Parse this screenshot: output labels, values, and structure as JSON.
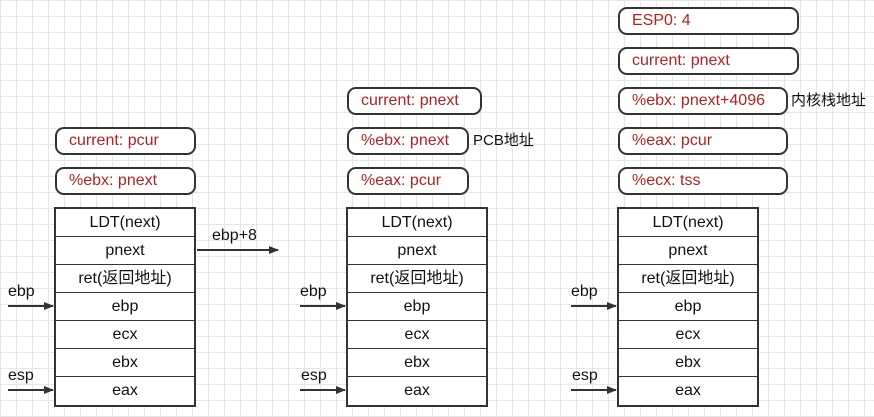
{
  "col1": {
    "pills": [
      "current: pcur",
      "%ebx: pnext"
    ],
    "stack": [
      "LDT(next)",
      "pnext",
      "ret(返回地址)",
      "ebp",
      "ecx",
      "ebx",
      "eax"
    ],
    "ebp_label": "ebp",
    "esp_label": "esp",
    "ebp8_label": "ebp+8"
  },
  "col2": {
    "pills": [
      "current: pnext",
      "%ebx: pnext",
      "%eax: pcur"
    ],
    "note_ebx": "PCB地址",
    "stack": [
      "LDT(next)",
      "pnext",
      "ret(返回地址)",
      "ebp",
      "ecx",
      "ebx",
      "eax"
    ],
    "ebp_label": "ebp",
    "esp_label": "esp"
  },
  "col3": {
    "pills": [
      "ESP0: 4",
      "current: pnext",
      "%ebx: pnext+4096",
      "%eax: pcur",
      "%ecx: tss"
    ],
    "note_ebx": "内核栈地址",
    "stack": [
      "LDT(next)",
      "pnext",
      "ret(返回地址)",
      "ebp",
      "ecx",
      "ebx",
      "eax"
    ],
    "ebp_label": "ebp",
    "esp_label": "esp"
  },
  "colors": {
    "pill_text": "#b22222",
    "border": "#333333",
    "grid": "#e6e6e6"
  }
}
